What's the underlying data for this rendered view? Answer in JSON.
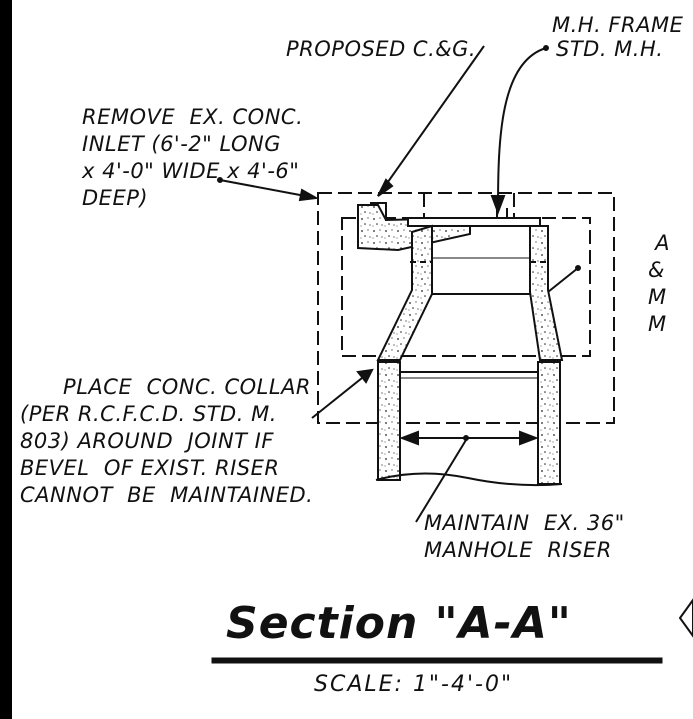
{
  "notes": {
    "mh_frame": "M.H. FRAME",
    "std_mh": "STD. M.H.",
    "proposed_cg": "PROPOSED C.&G.",
    "remove_inlet": "REMOVE  EX. CONC.\nINLET (6'-2\" LONG\nx 4'-0\" WIDE x 4'-6\"\nDEEP)",
    "right_partial": " A\n& \nM\nM",
    "collar": "      PLACE  CONC. COLLAR\n(PER R.C.F.C.D. STD. M.\n803) AROUND  JOINT IF\nBEVEL  OF EXIST. RISER\nCANNOT  BE  MAINTAINED.",
    "maintain": "MAINTAIN  EX. 36\"\nMANHOLE  RISER"
  },
  "title": "Section \"A-A\"",
  "scale": "SCALE:  1\"-4'-0\"",
  "colors": {
    "ink": "#111111",
    "background": "#ffffff"
  }
}
